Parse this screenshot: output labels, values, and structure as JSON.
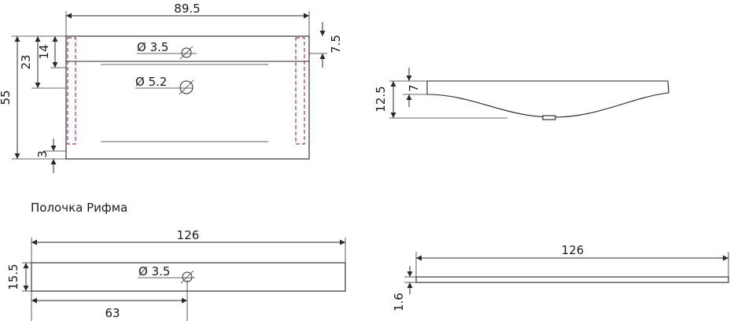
{
  "title": "Полочка Рифма",
  "top_view": {
    "width": "89.5",
    "height": "55",
    "dim_23": "23",
    "dim_14": "14",
    "dim_3": "3",
    "dim_7_5": "7.5",
    "hole_small": "Ø 3.5",
    "hole_large": "Ø 5.2"
  },
  "side_view": {
    "dim_12_5": "12.5",
    "dim_7": "7"
  },
  "shelf_front": {
    "length": "126",
    "height": "15.5",
    "half": "63",
    "hole": "Ø 3.5"
  },
  "shelf_side": {
    "length": "126",
    "thickness": "1.6"
  },
  "colors": {
    "line": "#2a2a2a",
    "hidden": "#b0305a"
  }
}
